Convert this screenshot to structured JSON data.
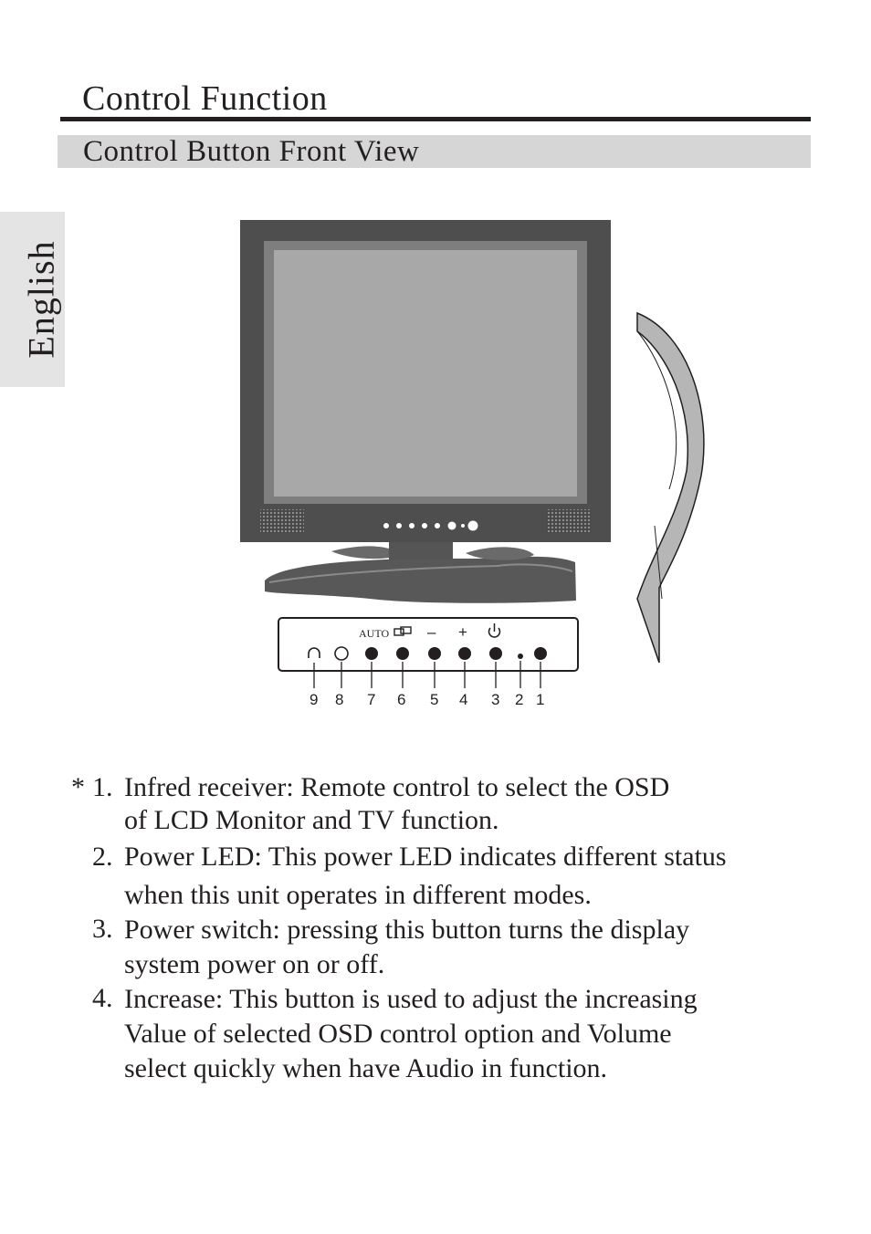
{
  "header": {
    "title": "Control Function",
    "subtitle": "Control Button Front View"
  },
  "language_tab": "English",
  "figure": {
    "panel_labels": {
      "auto": "AUTO",
      "minus": "–",
      "plus": "+"
    },
    "callouts": [
      "9",
      "8",
      "7",
      "6",
      "5",
      "4",
      "3",
      "2",
      "1"
    ],
    "icons": [
      "headphone-jack-icon",
      "ir-receiver-icon",
      "input-select-icon",
      "power-icon",
      "rotate-arrow-icon"
    ]
  },
  "descriptions": [
    {
      "marker": "*",
      "number": "1.",
      "text": "Infred receiver: Remote control to select the OSD\nof LCD Monitor and TV function."
    },
    {
      "marker": "",
      "number": "2.",
      "text": "Power LED: This power LED indicates different status\nwhen this unit operates in different modes."
    },
    {
      "marker": "",
      "number": "3.",
      "text": "Power switch: pressing this button turns the display\nsystem power on or off."
    },
    {
      "marker": "",
      "number": "4.",
      "text": "Increase: This button is used to adjust the increasing\nValue of selected OSD control option and Volume\nselect quickly when have Audio in function."
    }
  ]
}
